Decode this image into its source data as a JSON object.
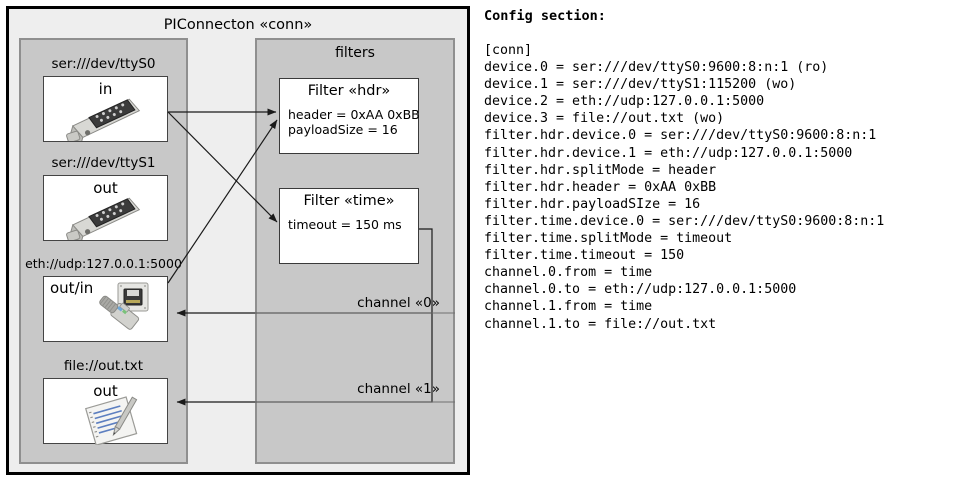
{
  "diagram": {
    "title": "PIConnecton «conn»",
    "devices_panel": {
      "items": [
        {
          "caption": "ser:///dev/ttyS0",
          "label": "in",
          "icon": "serial-port-icon"
        },
        {
          "caption": "ser:///dev/ttyS1",
          "label": "out",
          "icon": "serial-port-icon"
        },
        {
          "caption": "eth://udp:127.0.0.1:5000",
          "label": "out/in",
          "icon": "ethernet-plug-icon"
        },
        {
          "caption": "file://out.txt",
          "label": "out",
          "icon": "text-file-icon"
        }
      ]
    },
    "filters_panel": {
      "title": "filters",
      "filters": [
        {
          "name": "Filter «hdr»",
          "props": "header = 0xAA 0xBB\npayloadSize = 16"
        },
        {
          "name": "Filter «time»",
          "props": "timeout = 150 ms"
        }
      ],
      "channels": [
        {
          "label": "channel «0»"
        },
        {
          "label": "channel «1»"
        }
      ]
    },
    "colors": {
      "frame_border": "#000000",
      "frame_fill": "#eeeeee",
      "panel_fill": "#c8c8c8",
      "panel_border": "#8f8f8f",
      "box_fill": "#ffffff",
      "box_border": "#444444",
      "wire": "#1a1a1a"
    }
  },
  "config": {
    "heading": "Config section:",
    "lines": "[conn]\ndevice.0 = ser:///dev/ttyS0:9600:8:n:1 (ro)\ndevice.1 = ser:///dev/ttyS1:115200 (wo)\ndevice.2 = eth://udp:127.0.0.1:5000\ndevice.3 = file://out.txt (wo)\nfilter.hdr.device.0 = ser:///dev/ttyS0:9600:8:n:1\nfilter.hdr.device.1 = eth://udp:127.0.0.1:5000\nfilter.hdr.splitMode = header\nfilter.hdr.header = 0xAA 0xBB\nfilter.hdr.payloadSIze = 16\nfilter.time.device.0 = ser:///dev/ttyS0:9600:8:n:1\nfilter.time.splitMode = timeout\nfilter.time.timeout = 150\nchannel.0.from = time\nchannel.0.to = eth://udp:127.0.0.1:5000\nchannel.1.from = time\nchannel.1.to = file://out.txt"
  }
}
